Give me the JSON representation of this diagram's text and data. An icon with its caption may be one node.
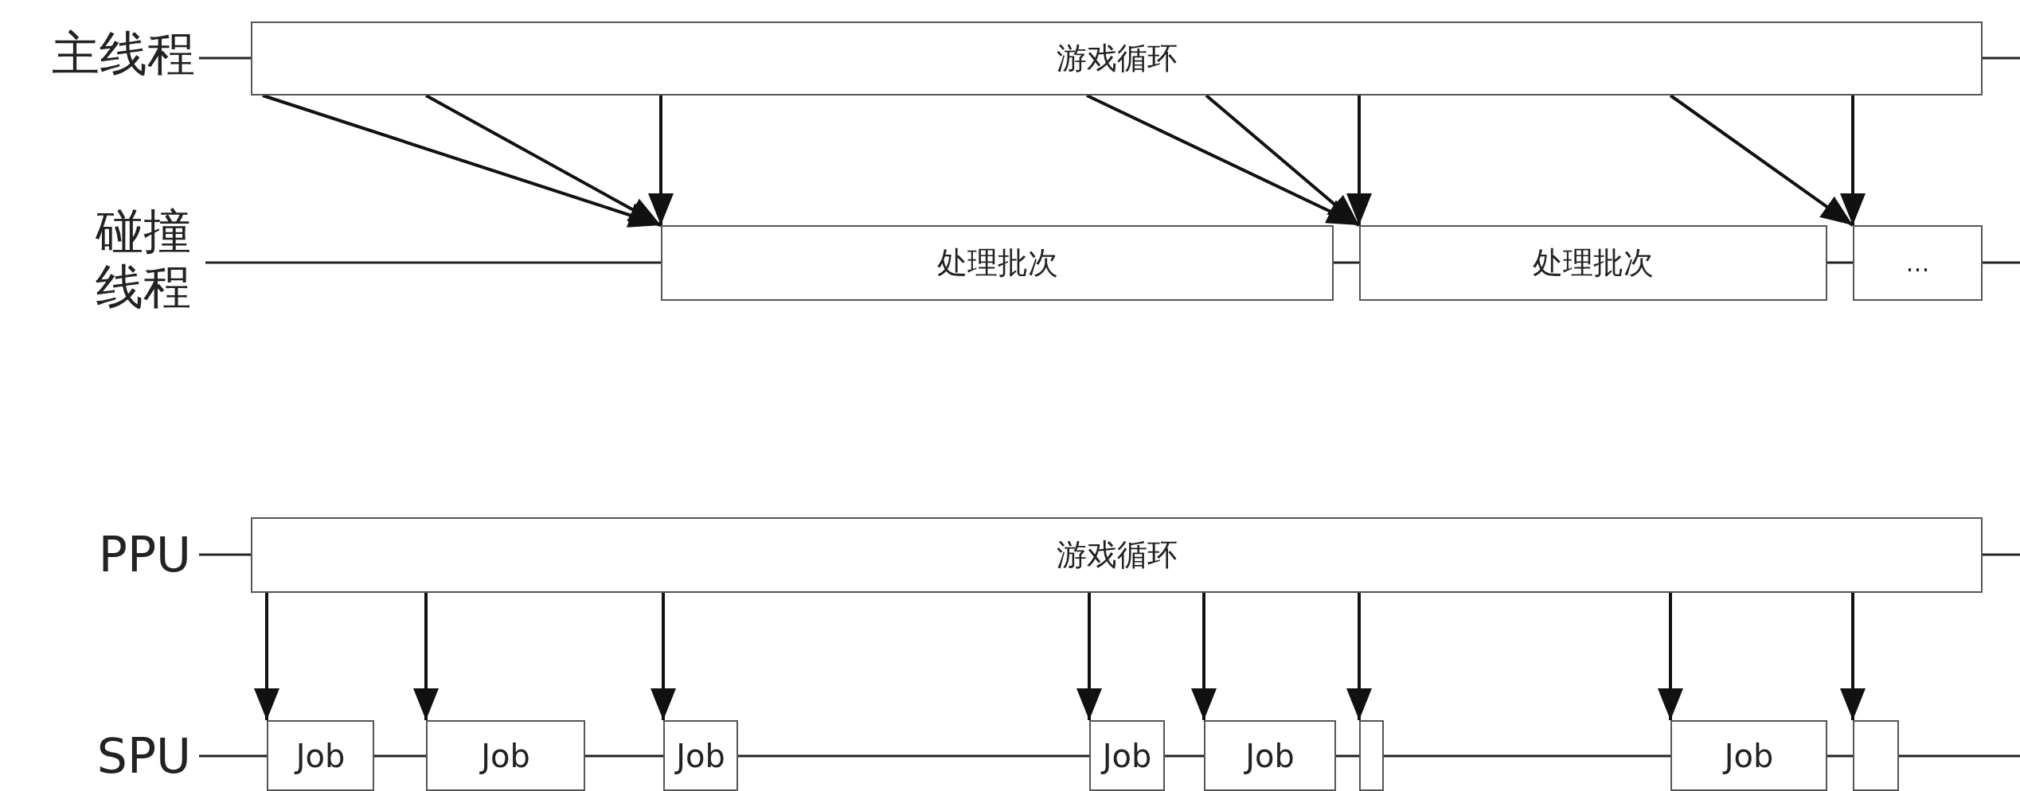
{
  "diagram": {
    "nodes": [
      {
        "text": [
          "游戏循环"
        ]
      },
      {
        "text": [
          "处理批次"
        ]
      },
      {
        "text": [
          "处理批次"
        ]
      },
      {
        "text": [
          "…"
        ]
      },
      {
        "text": [
          "游戏循环"
        ]
      },
      {
        "text": [
          "Job"
        ]
      },
      {
        "text": [
          "Job"
        ]
      },
      {
        "text": [
          "Job"
        ]
      },
      {
        "text": [
          "Job"
        ]
      },
      {
        "text": [
          "Job"
        ]
      },
      {
        "text": [],
        "shape": "box"
      },
      {
        "text": [
          "Job"
        ]
      },
      {
        "text": [],
        "shape": "box"
      }
    ],
    "edges": [
      {
        "from": 0,
        "to": 1,
        "arrow": "to"
      },
      {
        "from": 0,
        "to": 1,
        "arrow": "to"
      },
      {
        "from": 0,
        "to": 1,
        "arrow": "to"
      },
      {
        "from": 0,
        "to": 2,
        "arrow": "to"
      },
      {
        "from": 0,
        "to": 2,
        "arrow": "to"
      },
      {
        "from": 0,
        "to": 2,
        "arrow": "to"
      },
      {
        "from": 0,
        "to": 3,
        "arrow": "to"
      },
      {
        "from": 0,
        "to": 3,
        "arrow": "to"
      },
      {
        "from": 4,
        "to": 5,
        "arrow": "to"
      },
      {
        "from": 4,
        "to": 6,
        "arrow": "to"
      },
      {
        "from": 4,
        "to": 7,
        "arrow": "to"
      },
      {
        "from": 4,
        "to": 8,
        "arrow": "to"
      },
      {
        "from": 4,
        "to": 9,
        "arrow": "to"
      },
      {
        "from": 4,
        "to": 10,
        "arrow": "to"
      },
      {
        "from": 4,
        "to": 11,
        "arrow": "to"
      },
      {
        "from": 4,
        "to": 12,
        "arrow": "to"
      }
    ],
    "labels": [
      "主线程",
      "碰撞线程",
      "PPU",
      "SPU"
    ]
  }
}
